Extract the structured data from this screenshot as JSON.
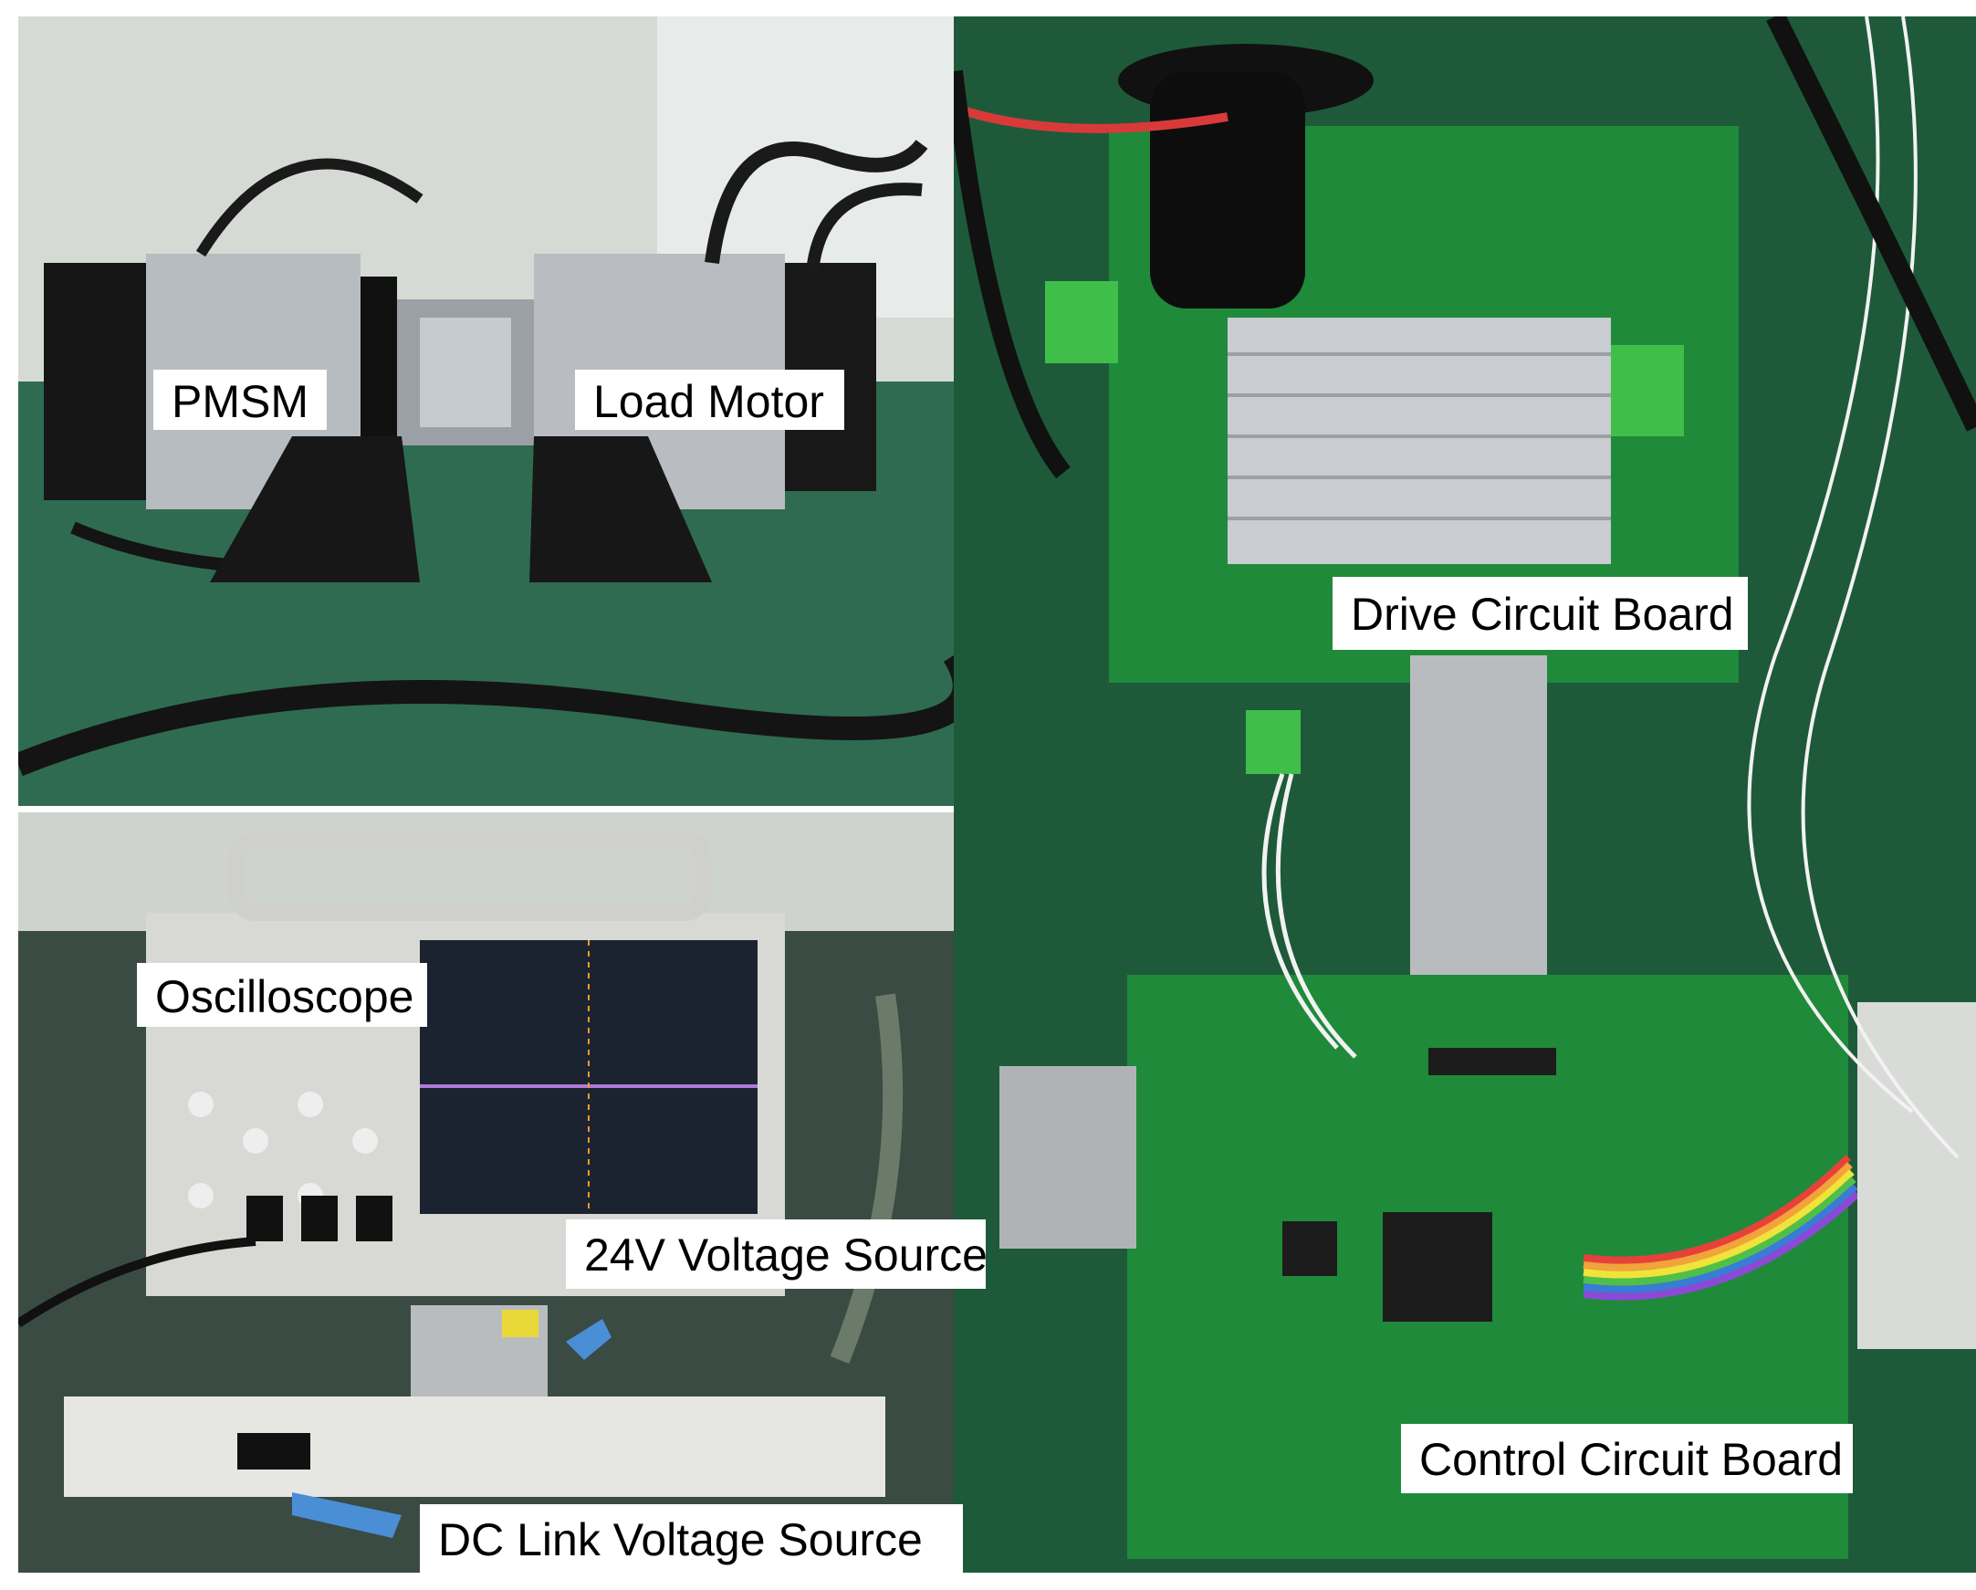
{
  "labels": {
    "pmsm": "PMSM",
    "load_motor": "Load Motor",
    "drive_board": "Drive Circuit Board",
    "oscilloscope": "Oscilloscope",
    "voltage_24v": "24V Voltage Source",
    "control_board": "Control Circuit Board",
    "dc_link": "DC Link Voltage Source"
  },
  "colors": {
    "board_green": "#1f8a3a",
    "arrow_blue": "#4a8fd6",
    "heatsink": "#c9ccd1",
    "scope_trace": "#b07ad6"
  },
  "icons": [
    "arrow-icon"
  ]
}
